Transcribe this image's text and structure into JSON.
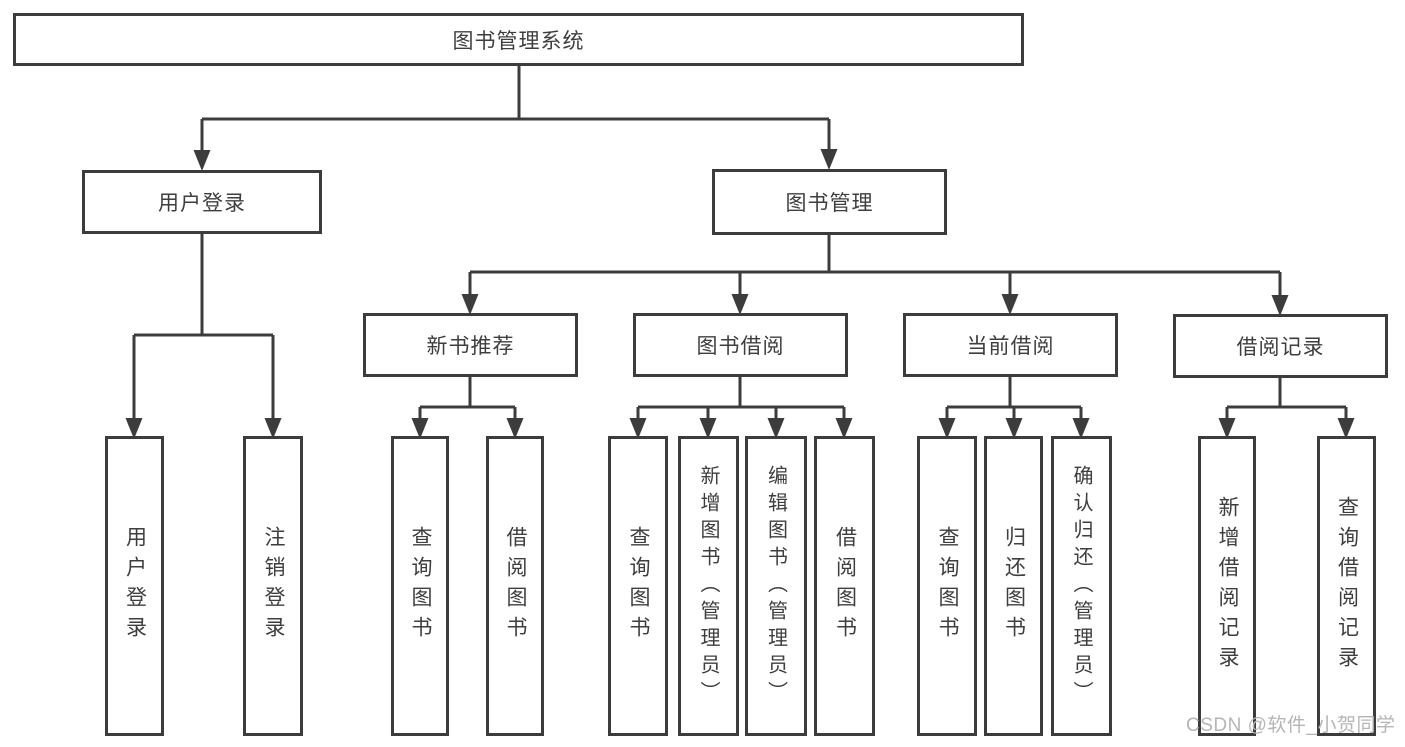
{
  "diagram": {
    "tree": {
      "label": "图书管理系统",
      "children": [
        {
          "label": "用户登录",
          "children": [
            {
              "label": "用户登录"
            },
            {
              "label": "注销登录"
            }
          ]
        },
        {
          "label": "图书管理",
          "children": [
            {
              "label": "新书推荐",
              "children": [
                {
                  "label": "查询图书"
                },
                {
                  "label": "借阅图书"
                }
              ]
            },
            {
              "label": "图书借阅",
              "children": [
                {
                  "label": "查询图书"
                },
                {
                  "label": "新增图书（管理员）"
                },
                {
                  "label": "编辑图书（管理员）"
                },
                {
                  "label": "借阅图书"
                }
              ]
            },
            {
              "label": "当前借阅",
              "children": [
                {
                  "label": "查询图书"
                },
                {
                  "label": "归还图书"
                },
                {
                  "label": "确认归还（管理员）"
                }
              ]
            },
            {
              "label": "借阅记录",
              "children": [
                {
                  "label": "新增借阅记录"
                },
                {
                  "label": "查询借阅记录"
                }
              ]
            }
          ]
        }
      ]
    },
    "watermark": "CSDN @软件_小贺同学",
    "colors": {
      "line": "#3c3c3c",
      "text": "#3e3e3e",
      "background": "#ffffff",
      "watermark": "#b5b5b5"
    }
  }
}
